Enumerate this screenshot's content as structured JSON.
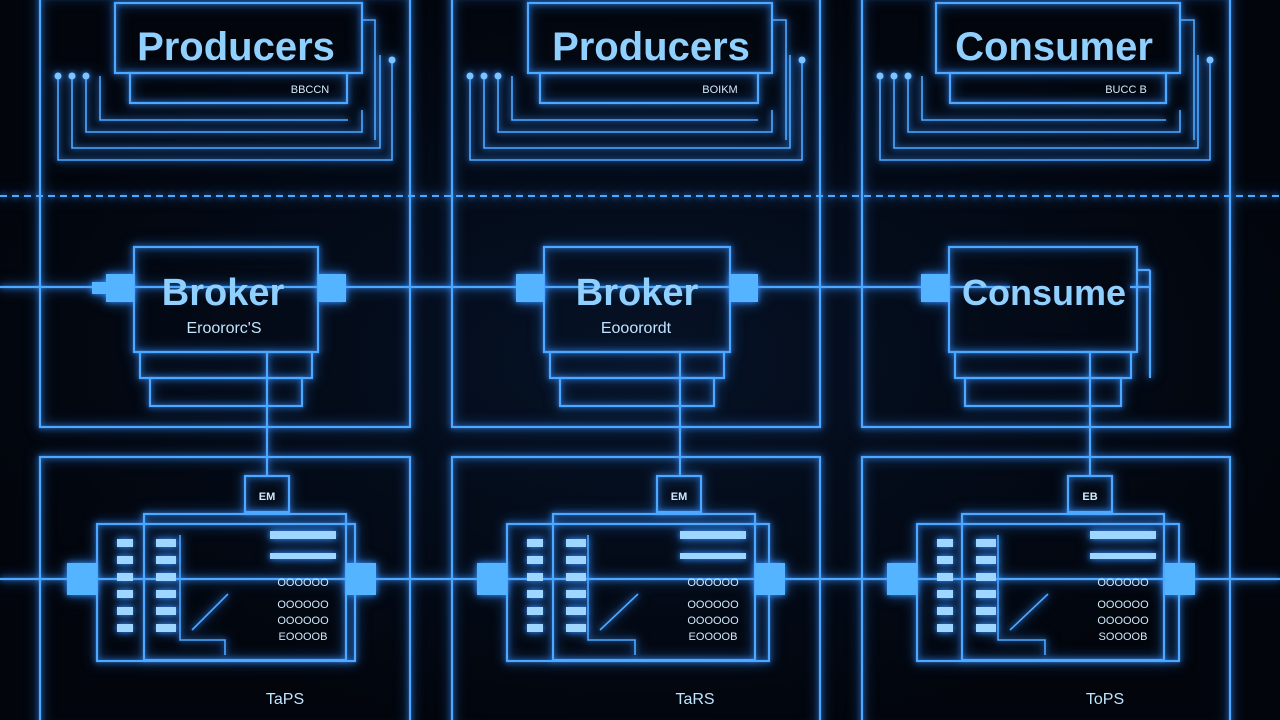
{
  "top_row": [
    {
      "title": "Producers",
      "subtitle": "BBCCN"
    },
    {
      "title": "Producers",
      "subtitle": "BOIKM"
    },
    {
      "title": "Consumer",
      "subtitle": "BUCC B"
    }
  ],
  "middle_row": [
    {
      "title": "Broker",
      "subtitle": "Eroororc'S"
    },
    {
      "title": "Broker",
      "subtitle": "Eooorordt"
    },
    {
      "title": "Consume",
      "subtitle": ""
    }
  ],
  "bottom_row": [
    {
      "tag": "EM",
      "label": "TaPS",
      "list": [
        "",
        "",
        "OOOOOO",
        "OOOOOO",
        "OOOOOO",
        "EOOOOB"
      ]
    },
    {
      "tag": "EM",
      "label": "TaRS",
      "list": [
        "",
        "",
        "OOOOOO",
        "OOOOOO",
        "OOOOOO",
        "EOOOOB"
      ]
    },
    {
      "tag": "EB",
      "label": "ToPS",
      "list": [
        "",
        "",
        "OOOOOO",
        "OOOOOO",
        "OOOOOO",
        "SOOOOB"
      ]
    }
  ],
  "colors": {
    "line": "#4fa8ff",
    "text": "#8fd0ff",
    "background": "#02050c"
  }
}
